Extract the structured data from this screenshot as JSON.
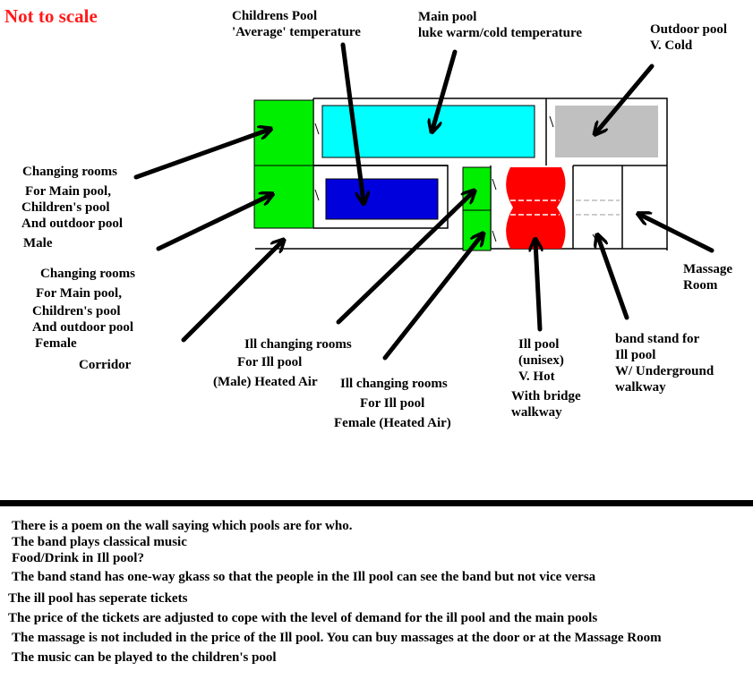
{
  "title": "Not to scale",
  "colors": {
    "title": "#ff1a1a",
    "main_pool": "#00ffff",
    "childrens_pool": "#0000dd",
    "outdoor_pool": "#c0c0c0",
    "ill_pool": "#ff0000",
    "changing_rooms": "#00ee00",
    "arrow": "#000000"
  },
  "labels": {
    "childrens_pool": [
      "Childrens Pool",
      "'Average' temperature"
    ],
    "main_pool": [
      "Main pool",
      "luke warm/cold temperature"
    ],
    "outdoor_pool": [
      "Outdoor pool",
      "V. Cold"
    ],
    "changing_male": [
      "Changing rooms",
      "For Main pool,",
      "Children's pool",
      "And outdoor pool",
      "Male"
    ],
    "changing_female": [
      "Changing rooms",
      "For Main pool,",
      "Children's pool",
      "And outdoor pool",
      "Female"
    ],
    "corridor": "Corridor",
    "ill_changing_male": [
      "Ill changing rooms",
      "For Ill pool",
      "(Male) Heated Air"
    ],
    "ill_changing_female": [
      "Ill changing rooms",
      "For Ill pool",
      "Female (Heated Air)"
    ],
    "ill_pool": [
      "Ill pool",
      "(unisex)",
      "V. Hot",
      "With bridge",
      "walkway"
    ],
    "band_stand": [
      "band stand for",
      "Ill pool",
      "W/ Underground",
      "walkway"
    ],
    "massage_room": [
      "Massage",
      "Room"
    ]
  },
  "notes": [
    "There is a poem on the wall saying which pools are for who.",
    "The band plays classical music",
    "Food/Drink in Ill pool?",
    "The band stand has one-way gkass so that the  people in the Ill pool can see the band but not vice versa",
    "The ill pool has seperate tickets",
    "The price of the tickets are adjusted to cope with the level of demand for the ill pool and the main pools",
    "The massage is not included in the price of the Ill pool. You can buy massages at the door or at the Massage Room",
    "The music can be played to the children's pool"
  ]
}
